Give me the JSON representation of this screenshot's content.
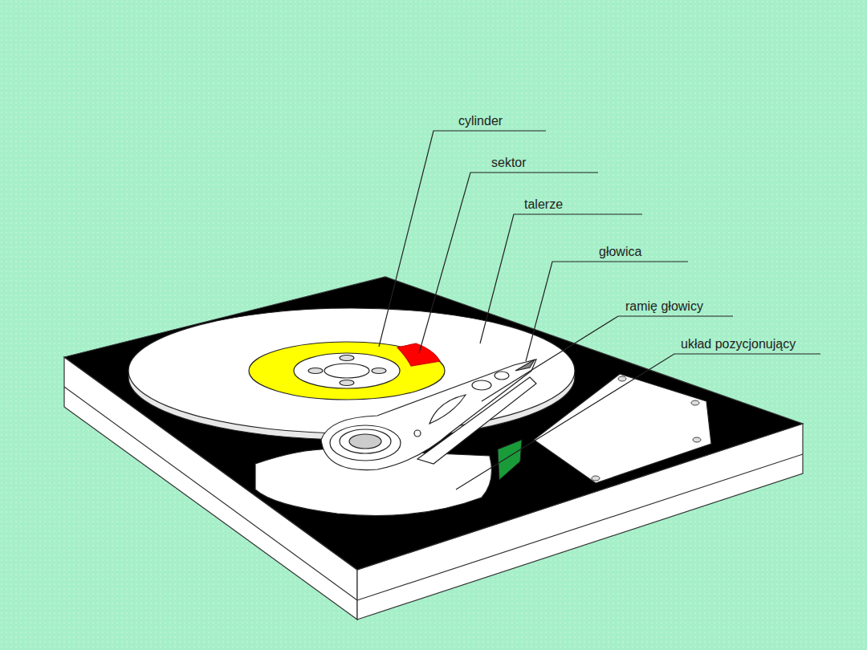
{
  "diagram": {
    "labels": [
      "cylinder",
      "sektor",
      "talerze",
      "głowica",
      "ramię głowicy",
      "układ pozycjonujący"
    ]
  }
}
